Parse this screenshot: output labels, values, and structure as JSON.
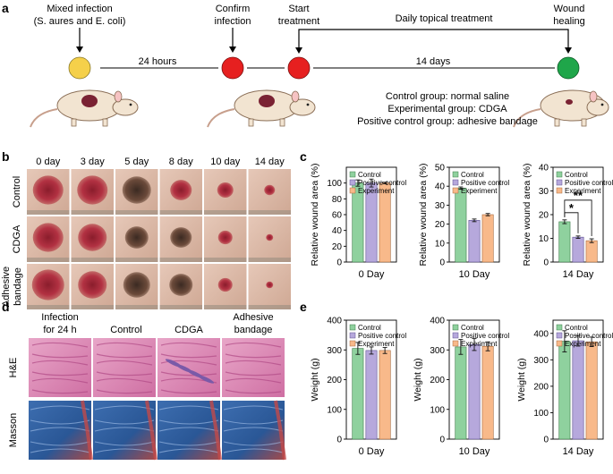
{
  "panels": {
    "a": {
      "letter": "a",
      "mixed_infection_line1": "Mixed infection",
      "mixed_infection_line2": "(S. aures and E. coli)",
      "confirm_line1": "Confirm",
      "confirm_line2": "infection",
      "start_line1": "Start",
      "start_line2": "treatment",
      "daily_treatment": "Daily topical treatment",
      "wound_line1": "Wound",
      "wound_line2": "healing",
      "hours_24": "24 hours",
      "days_14": "14 days",
      "groups": [
        "Control group: normal saline",
        "Experimental group: CDGA",
        "Positive control group: adhesive bandage"
      ],
      "dot_colors": [
        "#f5d04a",
        "#e62020",
        "#e62020",
        "#1fa64a"
      ]
    },
    "b": {
      "letter": "b",
      "days": [
        "0 day",
        "3 day",
        "5 day",
        "8 day",
        "10 day",
        "14 day"
      ],
      "rows": [
        "Control",
        "CDGA",
        "Adhesive bandage"
      ],
      "row_label_bandage_line1": "Adhesive",
      "row_label_bandage_line2": "bandage"
    },
    "c": {
      "letter": "c"
    },
    "d": {
      "letter": "d",
      "columns": [
        "Infection for 24 h",
        "Control",
        "CDGA",
        "Adhesive bandage"
      ],
      "col1_line1": "Infection",
      "col1_line2": "for 24 h",
      "col4_line1": "Adhesive",
      "col4_line2": "bandage",
      "rows": [
        "H&E",
        "Masson"
      ]
    },
    "e": {
      "letter": "e"
    }
  },
  "colors": {
    "control": "#8fd19e",
    "positive_control": "#b6a8dc",
    "experiment": "#f8b98a",
    "control_edge": "#3c7a48",
    "positive_edge": "#5c4f8f",
    "experiment_edge": "#a8683a"
  },
  "chart_data": [
    {
      "type": "bar",
      "panel": "c",
      "categories": [
        "0 Day"
      ],
      "series": [
        {
          "name": "Control",
          "values": [
            100
          ],
          "err": [
            4
          ]
        },
        {
          "name": "Positive control",
          "values": [
            100
          ],
          "err": [
            5
          ]
        },
        {
          "name": "Experiment",
          "values": [
            100
          ],
          "err": [
            1
          ]
        }
      ],
      "ylabel": "Relative wound area (%)",
      "xlabel": "0 Day",
      "ylim": [
        0,
        120
      ],
      "yticks": [
        0,
        20,
        40,
        60,
        80,
        100
      ],
      "legend": "top-left",
      "annotations": []
    },
    {
      "type": "bar",
      "panel": "c",
      "categories": [
        "10 Day"
      ],
      "series": [
        {
          "name": "Control",
          "values": [
            39
          ],
          "err": [
            0.6
          ]
        },
        {
          "name": "Positive control",
          "values": [
            22
          ],
          "err": [
            0.7
          ]
        },
        {
          "name": "Experiment",
          "values": [
            25
          ],
          "err": [
            0.6
          ]
        }
      ],
      "ylabel": "Relative wound area (%)",
      "xlabel": "10 Day",
      "ylim": [
        0,
        50
      ],
      "yticks": [
        0,
        10,
        20,
        30,
        40,
        50
      ],
      "legend": "top-left",
      "annotations": []
    },
    {
      "type": "bar",
      "panel": "c",
      "categories": [
        "14 Day"
      ],
      "series": [
        {
          "name": "Control",
          "values": [
            17
          ],
          "err": [
            0.8
          ]
        },
        {
          "name": "Positive control",
          "values": [
            10.5
          ],
          "err": [
            0.5
          ]
        },
        {
          "name": "Experiment",
          "values": [
            9
          ],
          "err": [
            0.8
          ]
        }
      ],
      "ylabel": "Relative wound area (%)",
      "xlabel": "14 Day",
      "ylim": [
        0,
        40
      ],
      "yticks": [
        0,
        10,
        20,
        30,
        40
      ],
      "legend": "top-left",
      "annotations": [
        {
          "text": "*",
          "from": 0,
          "to": 1
        },
        {
          "text": "**",
          "from": 0,
          "to": 2
        }
      ]
    },
    {
      "type": "bar",
      "panel": "e",
      "categories": [
        "0 Day"
      ],
      "series": [
        {
          "name": "Control",
          "values": [
            305
          ],
          "err": [
            20
          ]
        },
        {
          "name": "Positive control",
          "values": [
            298
          ],
          "err": [
            12
          ]
        },
        {
          "name": "Experiment",
          "values": [
            298
          ],
          "err": [
            10
          ]
        }
      ],
      "ylabel": "Weight (g)",
      "xlabel": "0 Day",
      "ylim": [
        0,
        400
      ],
      "yticks": [
        0,
        100,
        200,
        300,
        400
      ],
      "legend": "top-left",
      "annotations": []
    },
    {
      "type": "bar",
      "panel": "e",
      "categories": [
        "10 Day"
      ],
      "series": [
        {
          "name": "Control",
          "values": [
            310
          ],
          "err": [
            25
          ]
        },
        {
          "name": "Positive control",
          "values": [
            318
          ],
          "err": [
            20
          ]
        },
        {
          "name": "Experiment",
          "values": [
            312
          ],
          "err": [
            15
          ]
        }
      ],
      "ylabel": "Weight (g)",
      "xlabel": "10 Day",
      "ylim": [
        0,
        400
      ],
      "yticks": [
        0,
        100,
        200,
        300,
        400
      ],
      "legend": "top-left",
      "annotations": []
    },
    {
      "type": "bar",
      "panel": "e",
      "categories": [
        "14 Day"
      ],
      "series": [
        {
          "name": "Control",
          "values": [
            370
          ],
          "err": [
            40
          ]
        },
        {
          "name": "Positive control",
          "values": [
            372
          ],
          "err": [
            20
          ]
        },
        {
          "name": "Experiment",
          "values": [
            368
          ],
          "err": [
            18
          ]
        }
      ],
      "ylabel": "Weight (g)",
      "xlabel": "14 Day",
      "ylim": [
        0,
        450
      ],
      "yticks": [
        0,
        100,
        200,
        300,
        400
      ],
      "legend": "top-left",
      "annotations": []
    }
  ]
}
